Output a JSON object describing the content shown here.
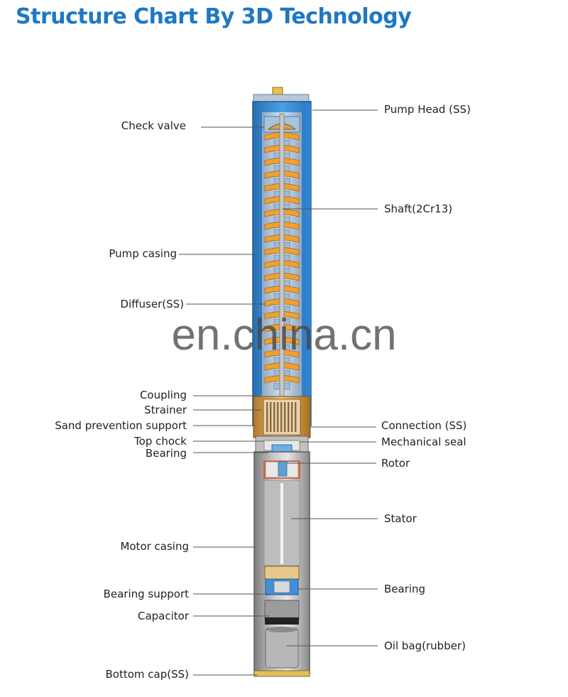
{
  "title": "Structure Chart By 3D Technology",
  "watermark": "en.china.cn",
  "labels_left": [
    {
      "id": "check-valve",
      "text": "Check valve"
    },
    {
      "id": "pump-casing",
      "text": "Pump casing"
    },
    {
      "id": "diffuser",
      "text": "Diffuser(SS)"
    },
    {
      "id": "coupling",
      "text": "Coupling"
    },
    {
      "id": "strainer",
      "text": "Strainer"
    },
    {
      "id": "sand-prevention-support",
      "text": "Sand prevention support"
    },
    {
      "id": "top-chock",
      "text": "Top chock"
    },
    {
      "id": "bearing-left",
      "text": "Bearing"
    },
    {
      "id": "motor-casing",
      "text": "Motor casing"
    },
    {
      "id": "bearing-support",
      "text": "Bearing support"
    },
    {
      "id": "capacitor",
      "text": "Capacitor"
    },
    {
      "id": "bottom-cap",
      "text": "Bottom cap(SS)"
    }
  ],
  "labels_right": [
    {
      "id": "pump-head",
      "text": "Pump Head (SS)"
    },
    {
      "id": "shaft",
      "text": "Shaft(2Cr13)"
    },
    {
      "id": "connection",
      "text": "Connection (SS)"
    },
    {
      "id": "mechanical-seal",
      "text": "Mechanical seal"
    },
    {
      "id": "rotor",
      "text": "Rotor"
    },
    {
      "id": "stator",
      "text": "Stator"
    },
    {
      "id": "bearing-right",
      "text": "Bearing"
    },
    {
      "id": "oil-bag",
      "text": "Oil bag(rubber)"
    }
  ],
  "colors": {
    "title": "#1f78c1",
    "pump_blue": "#3a8fd6",
    "impeller_orange": "#f0a030",
    "motor_gray": "#9a9a9a",
    "leader_line": "#555555"
  }
}
